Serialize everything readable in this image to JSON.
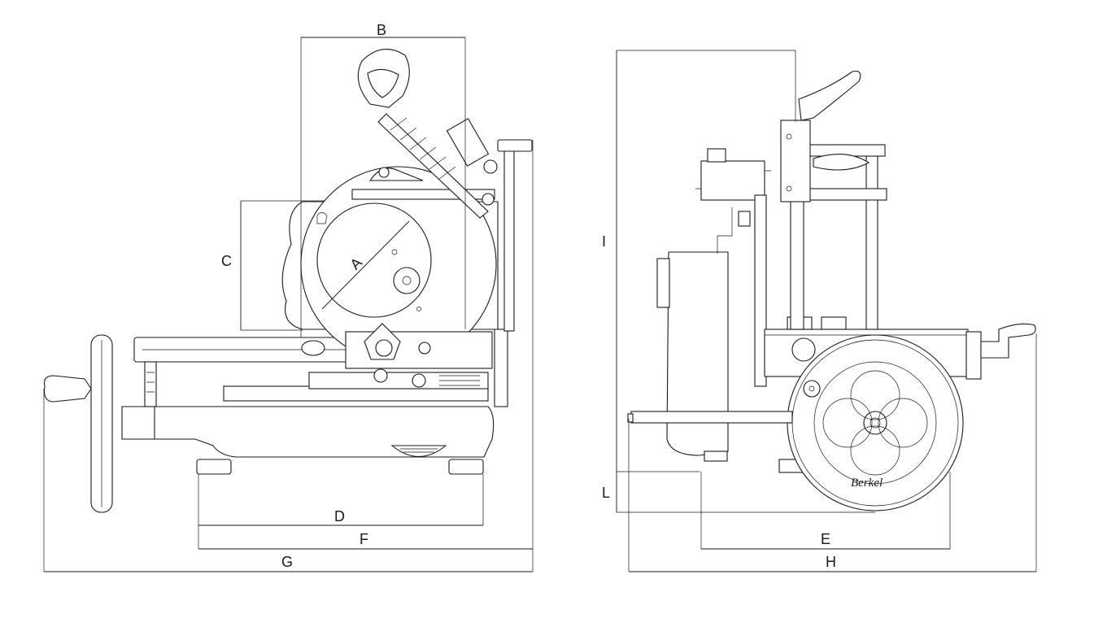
{
  "dimensions": {
    "A": "A",
    "B": "B",
    "C": "C",
    "D": "D",
    "E": "E",
    "F": "F",
    "G": "G",
    "H": "H",
    "I": "I",
    "L": "L"
  },
  "brand_text": "Berkel",
  "colors": {
    "line": "#1a1a1a",
    "background": "#ffffff"
  }
}
